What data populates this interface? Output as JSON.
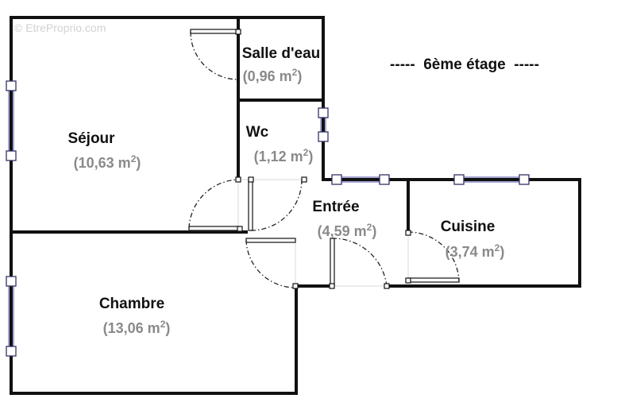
{
  "watermark": "© EtreProprio.com",
  "floor_label": "-----  6ème étage  -----",
  "rooms": [
    {
      "name": "Salle d'eau",
      "area_value": "0,96 m",
      "area_open": "(",
      "area_sup": "2",
      "area_close": ")"
    },
    {
      "name": "Séjour",
      "area_value": "10,63 m",
      "area_open": "(",
      "area_sup": "2",
      "area_close": ")"
    },
    {
      "name": "Wc",
      "area_value": "1,12 m",
      "area_open": "(",
      "area_sup": "2",
      "area_close": ")"
    },
    {
      "name": "Entrée",
      "area_value": "4,59 m",
      "area_open": "(",
      "area_sup": "2",
      "area_close": ")"
    },
    {
      "name": "Cuisine",
      "area_value": "3,74 m",
      "area_open": "(",
      "area_sup": "2",
      "area_close": ")"
    },
    {
      "name": "Chambre",
      "area_value": "13,06 m",
      "area_open": "(",
      "area_sup": "2",
      "area_close": ")"
    }
  ]
}
